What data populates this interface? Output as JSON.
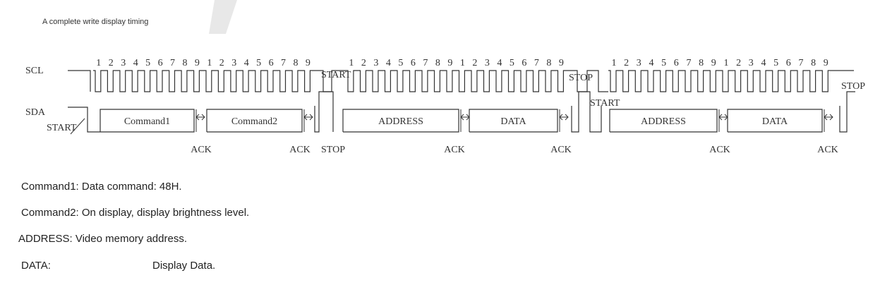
{
  "caption": "A complete write display timing",
  "diagram": {
    "signals": {
      "scl": "SCL",
      "sda": "SDA"
    },
    "bit_numbers": [
      "1",
      "2",
      "3",
      "4",
      "5",
      "6",
      "7",
      "8",
      "9"
    ],
    "boxes": [
      "Command1",
      "Command2",
      "ADDRESS",
      "DATA",
      "ADDRESS",
      "DATA"
    ],
    "events": {
      "start": "START",
      "stop": "STOP",
      "ack": "ACK"
    }
  },
  "notes": [
    {
      "key": "Command1: Data command: 48H.",
      "value": ""
    },
    {
      "key": "Command2: On display, display brightness level.",
      "value": ""
    },
    {
      "key": "ADDRESS: Video memory address.",
      "value": ""
    },
    {
      "key": "DATA:",
      "value": "Display Data."
    }
  ]
}
